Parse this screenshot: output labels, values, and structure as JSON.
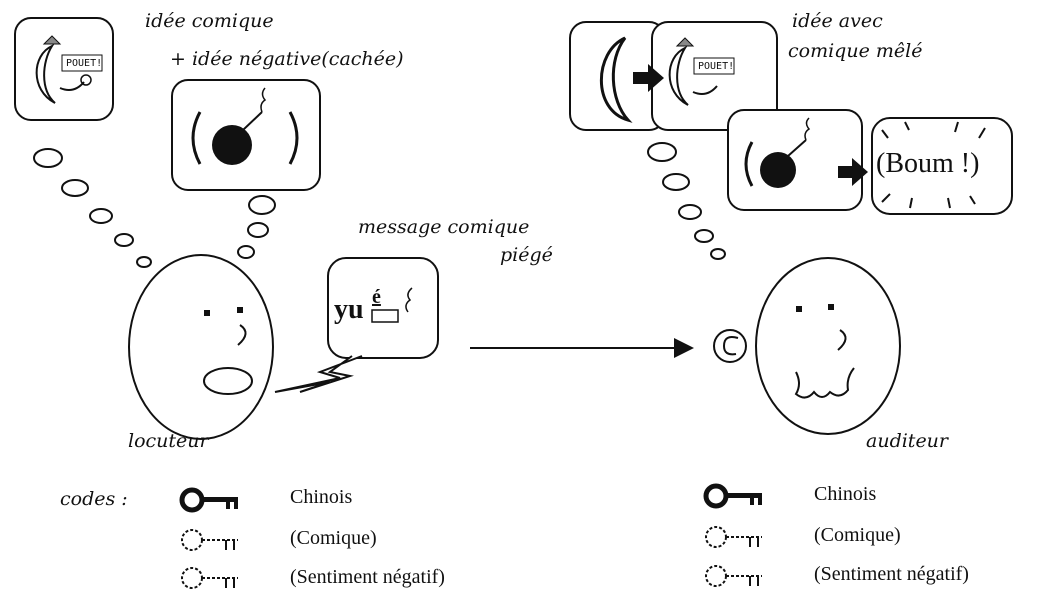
{
  "left": {
    "thought_comic": "idée comique",
    "thought_negative": "+ idée négative(cachée)",
    "message_label_1": "message comique",
    "message_label_2": "piégé",
    "speaker": "locuteur",
    "pouet": "POUET!",
    "bubble_text_main": "yu",
    "bubble_text_accent": "é"
  },
  "right": {
    "thought_1": "idée avec",
    "thought_2": "comique mêlé",
    "boom": "(Boum !)",
    "listener": "auditeur",
    "pouet": "POUET!"
  },
  "codes": {
    "title": "codes :",
    "left": [
      "Chinois",
      "(Comique)",
      "(Sentiment négatif)"
    ],
    "right": [
      "Chinois",
      "(Comique)",
      "(Sentiment négatif)"
    ]
  },
  "icons": [
    "moon-face-icon",
    "bomb-icon",
    "arrow-icon",
    "key-icon",
    "explosion-icon"
  ]
}
